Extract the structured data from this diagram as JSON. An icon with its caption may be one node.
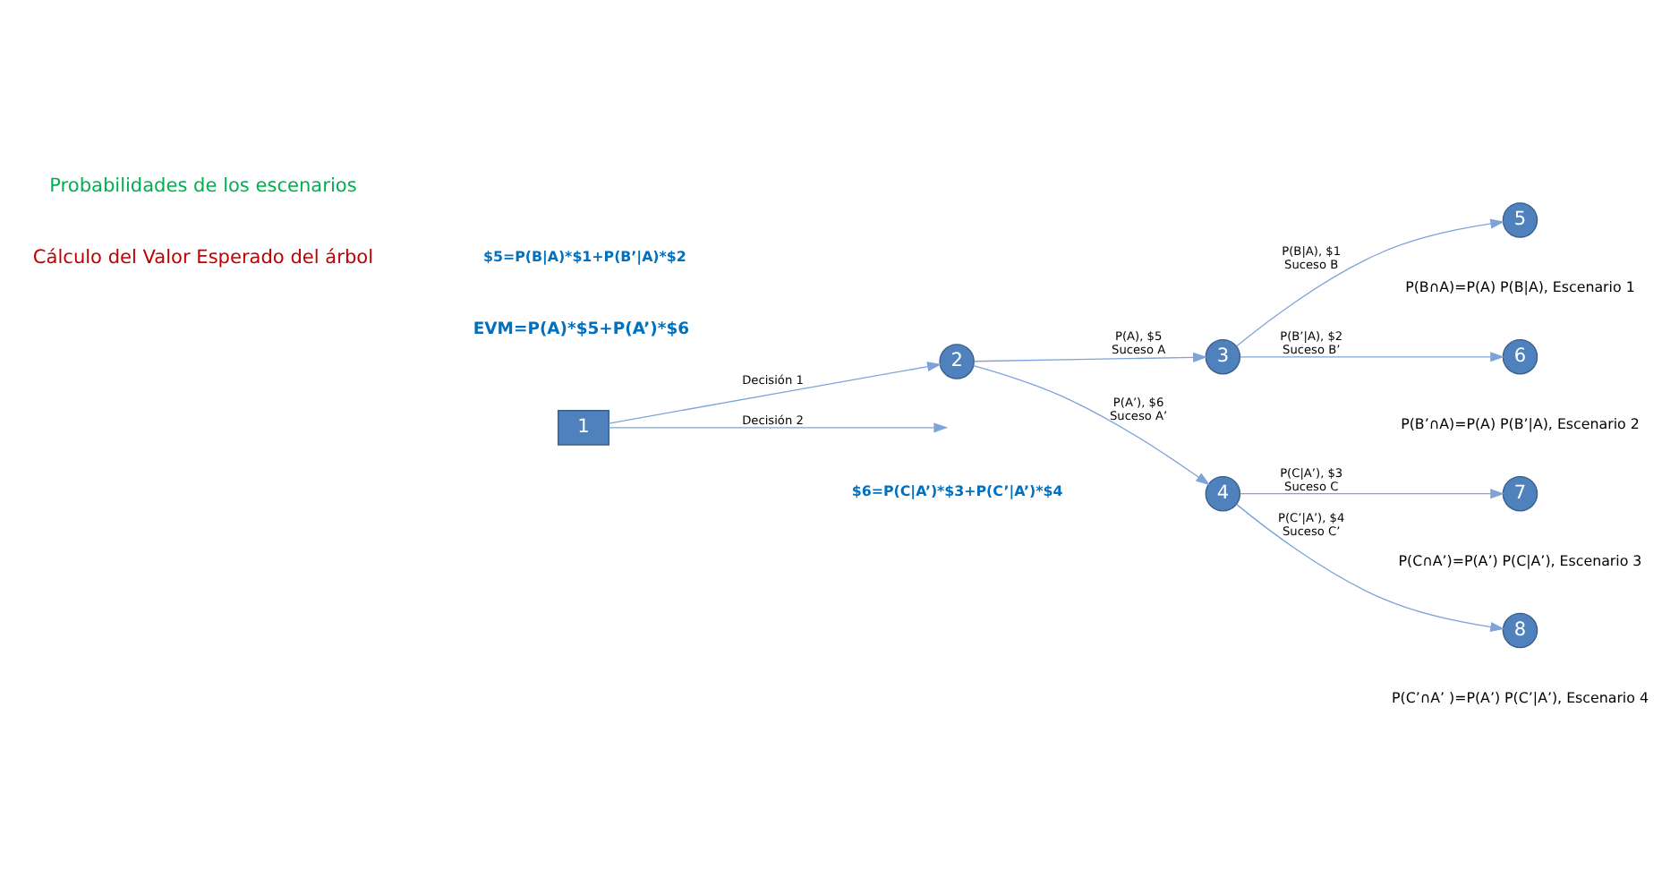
{
  "diagram": {
    "nodes": [
      {
        "text": [
          "1"
        ]
      },
      {
        "text": [
          "2"
        ]
      },
      {
        "text": [
          "3"
        ]
      },
      {
        "text": [
          "4"
        ]
      },
      {
        "text": [
          "5"
        ],
        "beside": [
          "P(B∩A)=P(A) P(B|A), Escenario 1"
        ]
      },
      {
        "text": [
          "6"
        ],
        "beside": [
          "P(B’∩A)=P(A) P(B’|A), Escenario 2"
        ]
      },
      {
        "text": [
          "7"
        ],
        "beside": [
          "P(C∩A’)=P(A’) P(C|A’), Escenario 3"
        ]
      },
      {
        "text": [
          "8"
        ],
        "beside": [
          "P(C’∩A’ )=P(A’) P(C’|A’), Escenario 4"
        ]
      }
    ],
    "edges": [
      {
        "from": 0,
        "to": 1,
        "arrow": "to",
        "label": "Decisión 1"
      },
      {
        "from": 0,
        "to": null,
        "arrow": "to",
        "label": "Decisión 2"
      },
      {
        "from": 1,
        "to": 2,
        "arrow": "to",
        "label": [
          "P(A), $5",
          "Suceso A"
        ]
      },
      {
        "from": 1,
        "to": 3,
        "arrow": "to",
        "label": [
          "P(A’), $6",
          "Suceso A’"
        ]
      },
      {
        "from": 2,
        "to": 4,
        "arrow": "to",
        "label": [
          "P(B|A), $1",
          "Suceso B"
        ]
      },
      {
        "from": 2,
        "to": 5,
        "arrow": "to",
        "label": [
          "P(B’|A), $2",
          "Suceso B’"
        ]
      },
      {
        "from": 3,
        "to": 6,
        "arrow": "to",
        "label": [
          "P(C|A’), $3",
          "Suceso C"
        ]
      },
      {
        "from": 3,
        "to": 7,
        "arrow": "to",
        "label": [
          "P(C’|A’), $4",
          "Suceso C’"
        ]
      }
    ],
    "labels": [
      "Cálculo del Valor Esperado del árbol",
      "$5=P(B|A)*$1+P(B’|A)*$2",
      "Probabilidades de los escenarios",
      "EVM=P(A)*$5+P(A’)*$6",
      "$6=P(C|A’)*$3+P(C’|A’)*$4"
    ]
  }
}
